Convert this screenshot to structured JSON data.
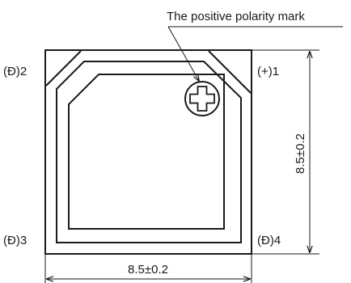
{
  "callout": {
    "text": "The positive polarity mark"
  },
  "pins": {
    "top_left": "(Đ)2",
    "top_right": "(+)1",
    "bottom_left": "(Đ)3",
    "bottom_right": "(Đ)4"
  },
  "dimensions": {
    "width": "8.5±0.2",
    "height": "8.5±0.2"
  },
  "mark": {
    "symbol": "plus-in-circle"
  },
  "colors": {
    "line": "#1a1a1a",
    "background": "#ffffff"
  }
}
